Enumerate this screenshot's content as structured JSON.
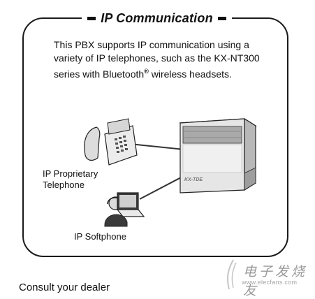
{
  "panel": {
    "title": "IP Communication",
    "description_pre": "This PBX supports IP communication using a variety of IP telephones, such as the KX-NT300 series with Bluetooth",
    "description_mark": "®",
    "description_post": " wireless headsets.",
    "pbx_brand": "KX-TDE"
  },
  "devices": {
    "ip_phone_line1": "IP Proprietary",
    "ip_phone_line2": "Telephone",
    "softphone_label": "IP Softphone"
  },
  "footer": {
    "text": "Consult your dealer"
  },
  "watermark": {
    "brand": "电子发烧友",
    "url": "www.elecfans.com"
  },
  "colors": {
    "line": "#333333",
    "device_fill": "#e9e9e9",
    "device_shade": "#bdbdbd",
    "watermark": "#9a9a9a"
  }
}
